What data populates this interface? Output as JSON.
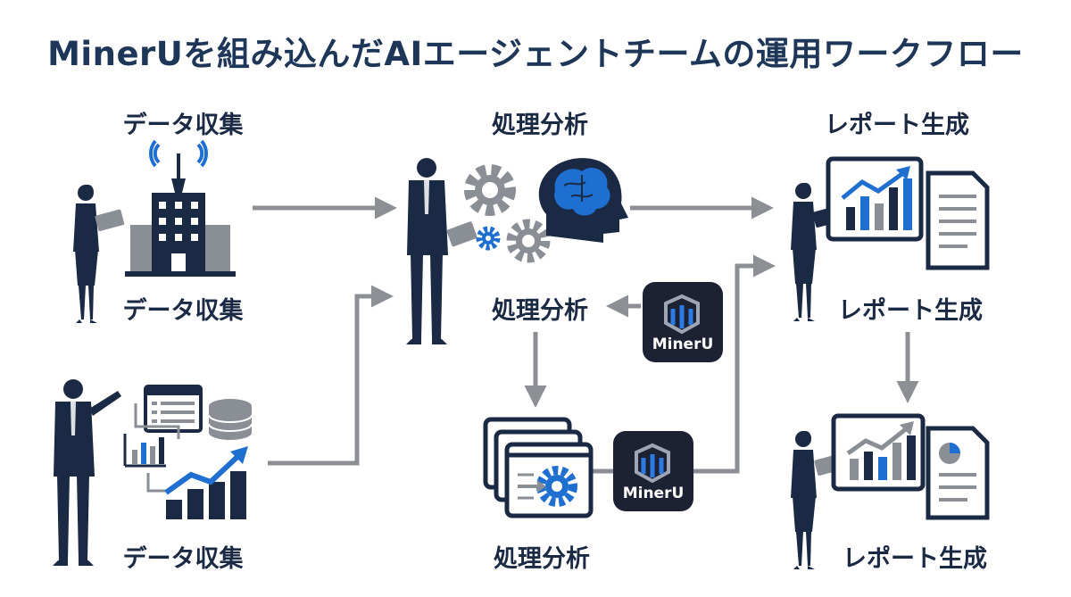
{
  "title": "MinerUを組み込んだAIエージェントチームの運用ワークフロー",
  "columns": {
    "collect": {
      "heading": "データ収集",
      "mid": "データ収集",
      "bottom": "データ収集"
    },
    "process": {
      "heading": "処理分析",
      "mid": "処理分析",
      "bottom": "処理分析"
    },
    "report": {
      "heading": "レポート生成",
      "mid": "レポート生成",
      "bottom": "レポート生成"
    }
  },
  "badges": [
    {
      "text": "MinerU"
    },
    {
      "text": "MinerU"
    }
  ],
  "colors": {
    "navy": "#1b2a44",
    "accent": "#1f6fd1",
    "gray": "#8a8f96",
    "arrow": "#8c8f94",
    "badge": "#1c2233"
  }
}
